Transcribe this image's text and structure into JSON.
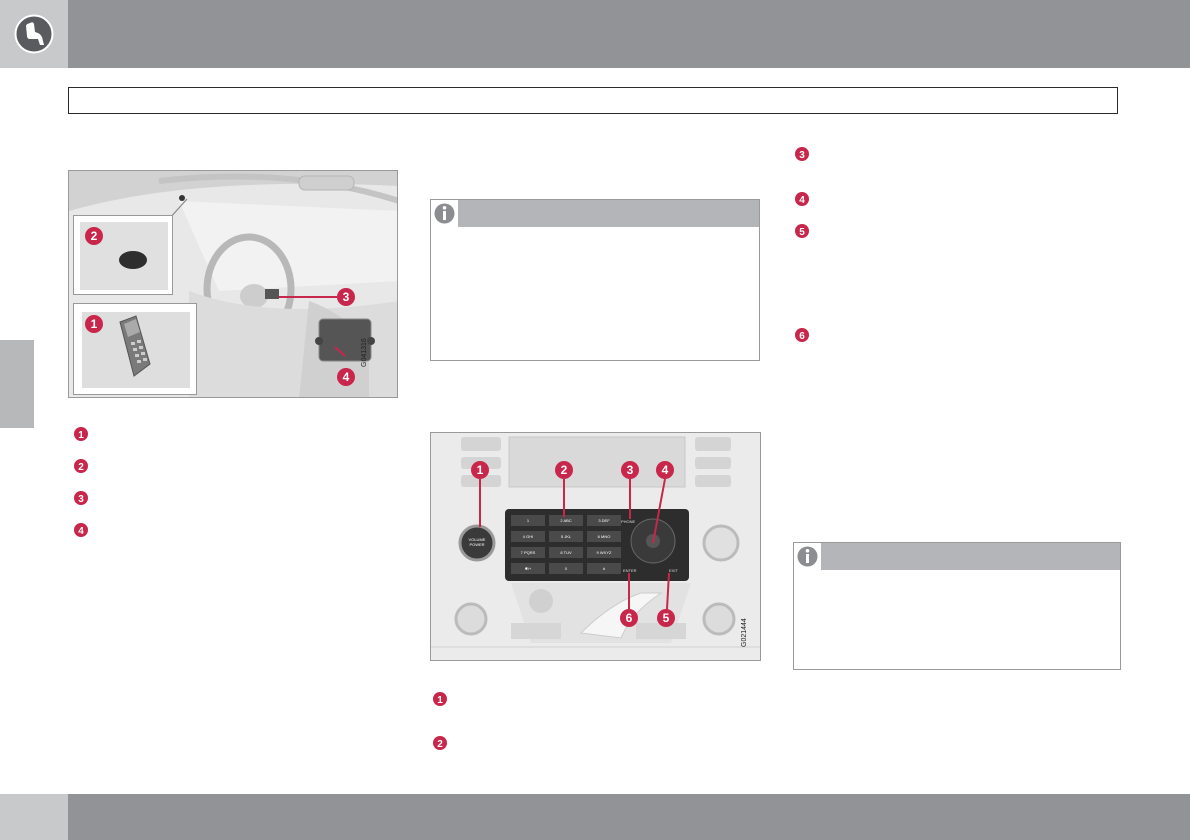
{
  "header": {
    "icon": "car-seat-icon"
  },
  "figures": {
    "car_interior": {
      "code": "G041316",
      "callouts": [
        "1",
        "2",
        "3",
        "4"
      ]
    },
    "center_console": {
      "code": "G021444",
      "callouts": [
        "1",
        "2",
        "3",
        "4",
        "5",
        "6"
      ],
      "buttons": {
        "volume": "VOLUME\nPOWER",
        "phone": "PHONE",
        "enter": "ENTER",
        "exit": "EXIT",
        "keypad": [
          "1",
          "2 ABC",
          "3 DEF",
          "4 GHI",
          "5 JKL",
          "6 MNO",
          "7 PQRS",
          "8 TUV",
          "9 WXYZ",
          "✱/+",
          "0",
          "#"
        ]
      }
    }
  },
  "left_list": {
    "markers": [
      "1",
      "2",
      "3",
      "4"
    ]
  },
  "mid_list": {
    "markers": [
      "1",
      "2"
    ]
  },
  "right_list": {
    "markers": [
      "3",
      "4",
      "5",
      "6"
    ]
  },
  "notes": [
    {
      "icon": "info-icon"
    },
    {
      "icon": "info-icon"
    }
  ],
  "colors": {
    "accent": "#c8264a",
    "header_gray": "#929397",
    "light_gray": "#c8c9cb"
  }
}
